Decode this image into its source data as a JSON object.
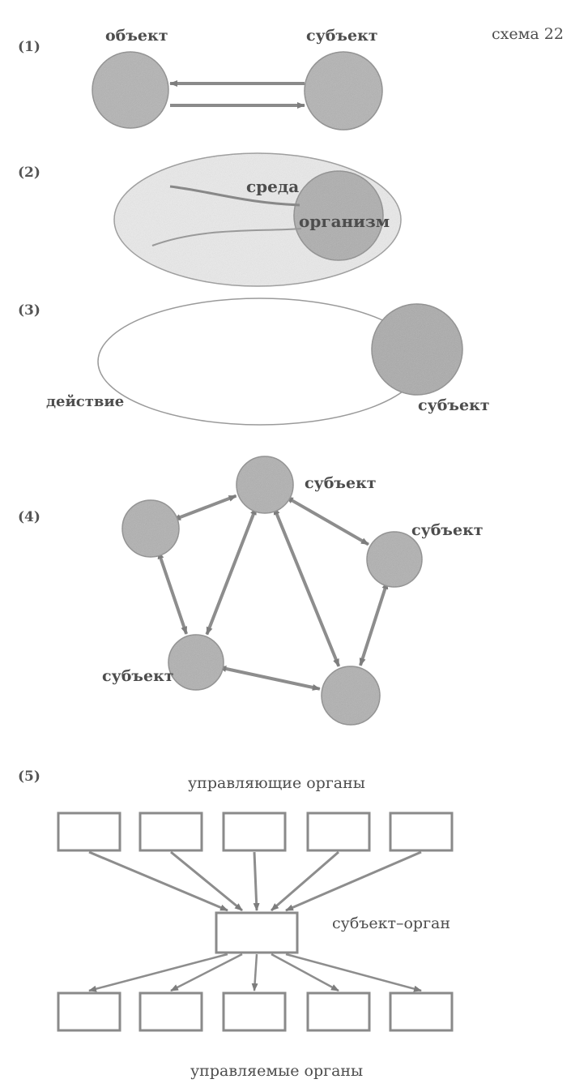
{
  "header": {
    "schema_title": "схема 22"
  },
  "diagram1": {
    "number": "(1)",
    "left_label": "объект",
    "right_label": "субъект"
  },
  "diagram2": {
    "number": "(2)",
    "env_label": "среда",
    "org_label": "организм"
  },
  "diagram3": {
    "number": "(3)",
    "action_label": "действие",
    "subject_label": "субъект"
  },
  "diagram4": {
    "number": "(4)",
    "nodes": [
      {
        "id": "n_top",
        "label": "субъект"
      },
      {
        "id": "n_left",
        "label": ""
      },
      {
        "id": "n_right",
        "label": "субъект"
      },
      {
        "id": "n_botleft",
        "label": "субъект"
      },
      {
        "id": "n_botright",
        "label": ""
      }
    ],
    "edges": [
      [
        "n_left",
        "n_top"
      ],
      [
        "n_left",
        "n_botleft"
      ],
      [
        "n_top",
        "n_botleft"
      ],
      [
        "n_top",
        "n_right"
      ],
      [
        "n_top",
        "n_botright"
      ],
      [
        "n_right",
        "n_botright"
      ],
      [
        "n_botleft",
        "n_botright"
      ]
    ]
  },
  "diagram5": {
    "number": "(5)",
    "top_label": "управляющие органы",
    "center_label": "субъект–орган",
    "bottom_label": "управляемые органы",
    "top_boxes": 5,
    "bottom_boxes": 5
  },
  "colors": {
    "fill": "#b0b0b0",
    "stroke": "#777777",
    "arrow": "#8a8a8a",
    "ellipse_fill": "#efefef"
  }
}
